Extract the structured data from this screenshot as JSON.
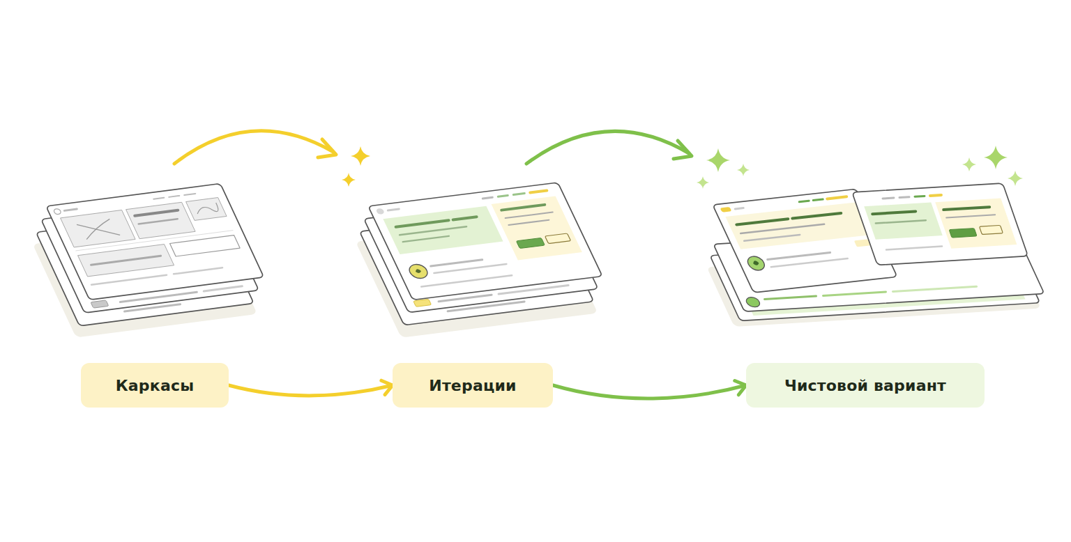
{
  "diagram": {
    "nodes": [
      {
        "text": [
          "Каркасы"
        ]
      },
      {
        "text": [
          "Итерации"
        ]
      },
      {
        "text": [
          "Чистовой вариант"
        ]
      }
    ],
    "edges": [
      {
        "from": 0,
        "to": 1,
        "arrow": "to"
      },
      {
        "from": 1,
        "to": 2,
        "arrow": "to"
      }
    ]
  }
}
